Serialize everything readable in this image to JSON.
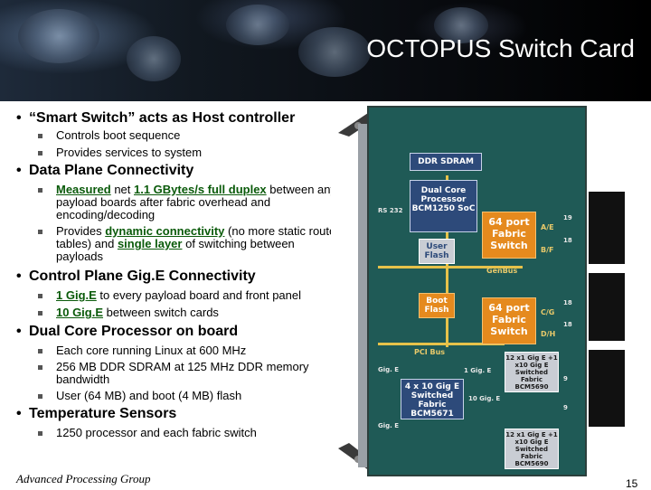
{
  "header": {
    "title": "OCTOPUS Switch Card"
  },
  "bullets": {
    "b1": {
      "title": "“Smart Switch” acts as Host controller",
      "sub": [
        "Controls boot sequence",
        "Provides services to system"
      ]
    },
    "b2": {
      "title": "Data Plane Connectivity",
      "sub1": {
        "p1": "Measured",
        "p2": " net ",
        "p3": "1.1 GBytes/s full duplex",
        "p4": " between any payload boards after fabric overhead and encoding/decoding"
      },
      "sub2": {
        "p1": "Provides ",
        "p2": "dynamic connectivity",
        "p3": " (no more static route tables) and ",
        "p4": "single layer",
        "p5": " of switching between payloads"
      }
    },
    "b3": {
      "title": "Control Plane Gig.E Connectivity",
      "sub1": {
        "p1": "1 Gig.E",
        "p2": " to every payload board and front panel"
      },
      "sub2": {
        "p1": "10 Gig.E",
        "p2": " between switch cards"
      }
    },
    "b4": {
      "title": "Dual Core Processor on board",
      "sub": [
        "Each core running Linux at 600 MHz",
        "256 MB DDR SDRAM at 125 MHz DDR memory bandwidth",
        "User (64 MB) and boot (4 MB) flash"
      ]
    },
    "b5": {
      "title": "Temperature Sensors",
      "sub": [
        "1250 processor and each fabric switch"
      ]
    }
  },
  "board": {
    "ddr": "DDR SDRAM",
    "cpu": "Dual Core Processor BCM1250 SoC",
    "userflash": "User Flash",
    "bootflash": "Boot Flash",
    "fabric1": "64 port Fabric Switch",
    "fabric2": "64 port Fabric Switch",
    "gbe_switch": "4 x 10 Gig E Switched Fabric BCM5671",
    "sw_top": "12 x1 Gig E +1 x10 Gig E Switched Fabric BCM5690",
    "sw_bot": "12 x1 Gig E +1 x10 Gig E Switched Fabric BCM5690",
    "rs232": "RS 232",
    "gige1": "Gig. E",
    "gige2": "Gig. E",
    "genbus": "GenBus",
    "pcibus": "PCI Bus",
    "ae": "A/E",
    "bf": "B/F",
    "cg": "C/G",
    "dh": "D/H",
    "n19": "19",
    "n18a": "18",
    "n18b": "18",
    "n18c": "18",
    "n9a": "9",
    "n9b": "9",
    "g1": "1 Gig. E",
    "g10": "10 Gig. E"
  },
  "footer": {
    "left": "Advanced Processing Group",
    "page": "15"
  }
}
